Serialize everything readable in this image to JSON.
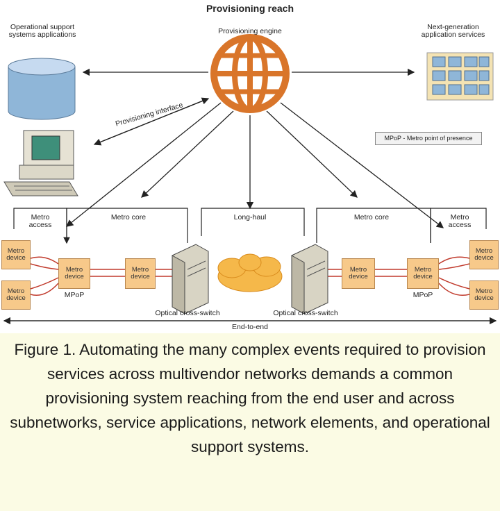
{
  "diagram": {
    "title": "Provisioning reach",
    "oss_label": "Operational support systems applications",
    "engine_label": "Provisioning engine",
    "nextgen_label": "Next-generation application services",
    "interface_label": "Provisioning interface",
    "legend": "MPoP - Metro point of presence",
    "segments": {
      "metro_access_left": "Metro access",
      "metro_core_left": "Metro core",
      "long_haul": "Long-haul",
      "metro_core_right": "Metro core",
      "metro_access_right": "Metro access"
    },
    "devices": {
      "metro_device": "Metro device",
      "mpop": "MPoP",
      "optical_switch": "Optical cross-switch"
    },
    "end_to_end": "End-to-end"
  },
  "caption": "Figure 1. Automating the many complex events required to provision services across multivendor networks demands a common provisioning system reaching from the end user and across subnetworks, service applications, network elements, and operational support systems.",
  "colors": {
    "accent_orange": "#d9752a",
    "device_fill": "#f7c98a",
    "link_red": "#c0392b",
    "caption_bg": "#fbfbe4"
  }
}
